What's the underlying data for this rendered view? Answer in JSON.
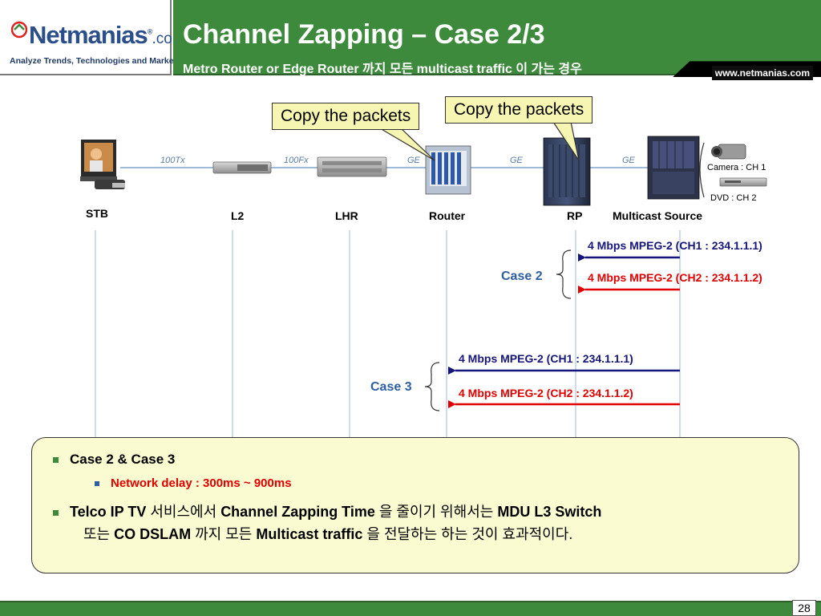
{
  "header": {
    "logo_name": "Netmanias",
    "logo_reg": "®",
    "logo_dotcom": ".com",
    "logo_tagline": "Analyze Trends, Technologies and Market",
    "title": "Channel Zapping – Case 2/3",
    "subtitle": "Metro Router or Edge Router 까지 모든 multicast traffic 이 가는 경우",
    "site_url": "www.netmanias.com"
  },
  "callouts": {
    "left": "Copy the packets",
    "right": "Copy the packets"
  },
  "links": {
    "stb_l2": "100Tx",
    "l2_lhr": "100Fx",
    "lhr_router": "GE",
    "router_rp": "GE",
    "rp_source": "GE"
  },
  "devices": {
    "stb": "STB",
    "l2": "L2",
    "lhr": "LHR",
    "router": "Router",
    "rp": "RP",
    "source": "Multicast Source",
    "camera": "Camera : CH 1",
    "dvd": "DVD : CH 2"
  },
  "case2": {
    "label": "Case 2",
    "flow_ch1": "4 Mbps MPEG-2 (CH1 : 234.1.1.1)",
    "flow_ch2": "4 Mbps MPEG-2 (CH2 : 234.1.1.2)"
  },
  "case3": {
    "label": "Case 3",
    "flow_ch1": "4 Mbps MPEG-2 (CH1 : 234.1.1.1)",
    "flow_ch2": "4 Mbps MPEG-2 (CH2 : 234.1.1.2)"
  },
  "notes": {
    "bullet1": "Case 2 & Case 3",
    "bullet1_sub": "Network delay : 300ms ~ 900ms",
    "line3_b1": "Telco IP TV",
    "line3_t1": " 서비스에서 ",
    "line3_b2": "Channel Zapping Time",
    "line3_t2": " 을 줄이기 위해서는 ",
    "line3_b3": "MDU L3 Switch",
    "line4_t1": "또는 ",
    "line4_b1": "CO DSLAM",
    "line4_t2": " 까지 모든 ",
    "line4_b2": "Multicast traffic",
    "line4_t3": " 을 전달하는 하는 것이 효과적이다."
  },
  "footer": {
    "page_number": "28"
  },
  "colors": {
    "brand_green": "#3d8a3c",
    "flow_blue": "#15157a",
    "flow_red": "#e00000",
    "callout_yellow": "#f6f6b2",
    "note_bg": "#fbfbd2"
  }
}
